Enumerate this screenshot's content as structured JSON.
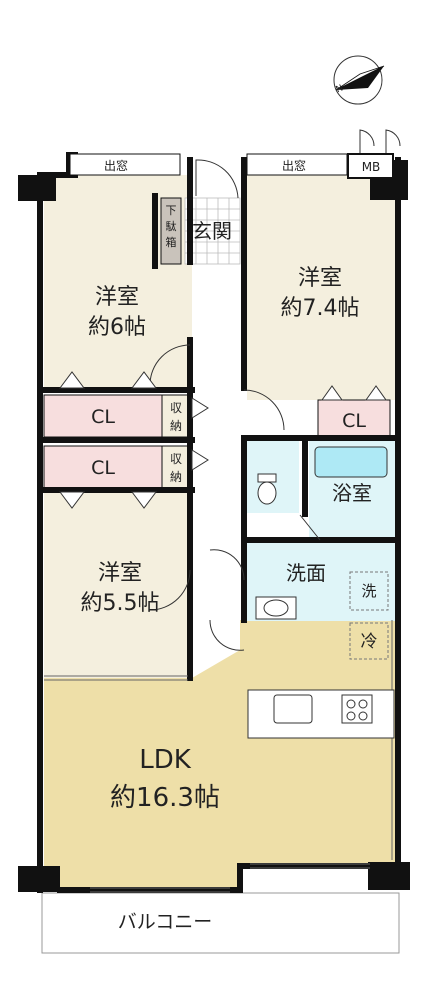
{
  "compass": {
    "label": "N"
  },
  "rooms": {
    "western_room_1": {
      "name": "洋室",
      "size": "約6帖"
    },
    "western_room_2": {
      "name": "洋室",
      "size": "約7.4帖"
    },
    "western_room_3": {
      "name": "洋室",
      "size": "約5.5帖"
    },
    "ldk": {
      "name": "LDK",
      "size": "約16.3帖"
    },
    "entrance": "玄関",
    "bathroom": "浴室",
    "washroom": "洗面",
    "balcony": "バルコニー"
  },
  "labels": {
    "bay_window_left": "出窓",
    "bay_window_right": "出窓",
    "meter_box": "MB",
    "shoe_box": [
      "下",
      "駄",
      "箱"
    ],
    "closet_1": "CL",
    "closet_2": "CL",
    "closet_3": "CL",
    "storage_1": [
      "収",
      "納"
    ],
    "storage_2": [
      "収",
      "納"
    ],
    "washing_machine": "洗",
    "refrigerator": "冷"
  },
  "colors": {
    "room_floor": "#f4efde",
    "ldk_floor": "#eedfa8",
    "closet": "#f7dede",
    "wet_area": "#dff5f8",
    "bathtub": "#aee9f5",
    "shoe_box": "#c9c3bb",
    "wall": "#111111"
  }
}
